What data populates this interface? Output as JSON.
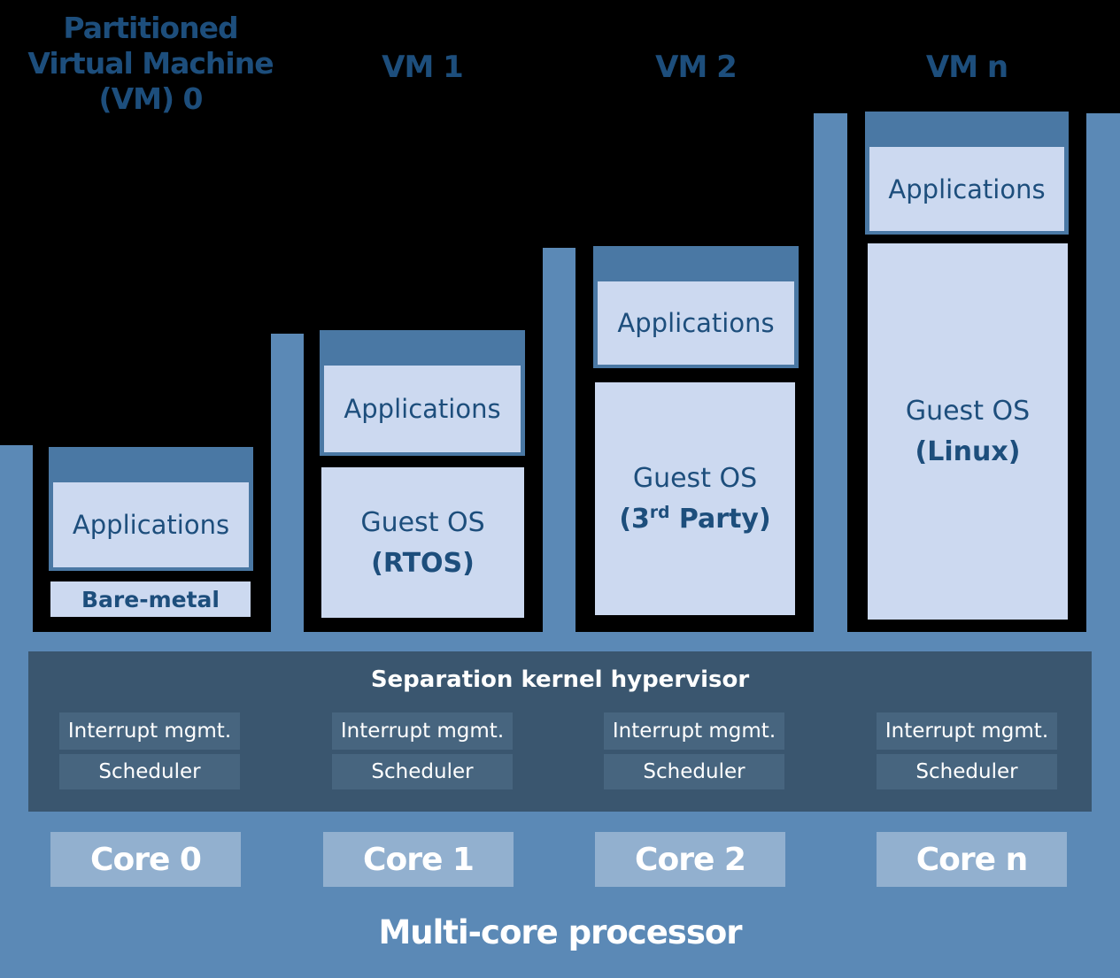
{
  "colors": {
    "background": "#000000",
    "processor_blue": "#5b89b6",
    "vm_cap_blue": "#4a78a4",
    "light_box": "#ccd9f0",
    "navy_text": "#1d4e7c",
    "hypervisor_panel": "#3a566f",
    "hypervisor_box": "#47657f",
    "core_box": "#92b0cf",
    "white_text": "#ffffff"
  },
  "vms": [
    {
      "header_lines": [
        "Partitioned",
        "Virtual Machine",
        "(VM) 0"
      ],
      "applications_label": "Applications",
      "os_line1": "",
      "os_pre": "Bare-metal",
      "os_sup": "",
      "os_post": ""
    },
    {
      "header": "VM 1",
      "applications_label": "Applications",
      "os_line1": "Guest OS",
      "os_pre": "(RTOS)",
      "os_sup": "",
      "os_post": ""
    },
    {
      "header": "VM 2",
      "applications_label": "Applications",
      "os_line1": "Guest OS",
      "os_pre": "(3",
      "os_sup": "rd",
      "os_post": " Party)"
    },
    {
      "header": "VM n",
      "applications_label": "Applications",
      "os_line1": "Guest OS",
      "os_pre": "(Linux)",
      "os_sup": "",
      "os_post": ""
    }
  ],
  "hypervisor": {
    "title": "Separation kernel hypervisor",
    "columns": [
      {
        "interrupt_label": "Interrupt mgmt.",
        "scheduler_label": "Scheduler"
      },
      {
        "interrupt_label": "Interrupt mgmt.",
        "scheduler_label": "Scheduler"
      },
      {
        "interrupt_label": "Interrupt mgmt.",
        "scheduler_label": "Scheduler"
      },
      {
        "interrupt_label": "Interrupt mgmt.",
        "scheduler_label": "Scheduler"
      }
    ]
  },
  "cores": {
    "labels": [
      "Core 0",
      "Core 1",
      "Core 2",
      "Core n"
    ]
  },
  "processor_label": "Multi-core processor"
}
